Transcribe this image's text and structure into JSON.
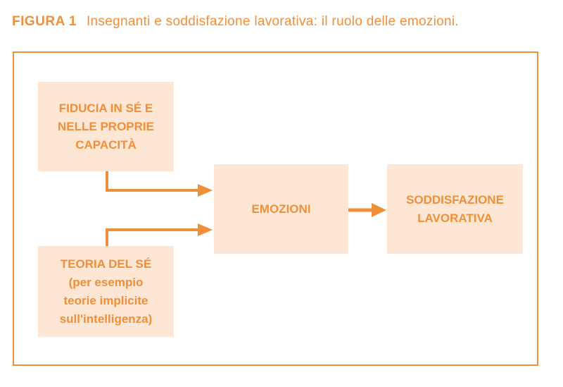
{
  "figure": {
    "label": "FIGURA 1",
    "title": "Insegnanti e soddisfazione lavorativa: il ruolo delle emozioni."
  },
  "nodes": {
    "fiducia": "FIDUCIA IN SÉ E\nNELLE PROPRIE\nCAPACITÀ",
    "teoria": "TEORIA DEL SÉ\n(per esempio\nteorie implicite\nsull'intelligenza)",
    "emozioni": "EMOZIONI",
    "soddisfazione": "SODDISFAZIONE\nLAVORATIVA"
  },
  "colors": {
    "accent": "#ef8f3a",
    "box_fill": "#fde7d4"
  }
}
